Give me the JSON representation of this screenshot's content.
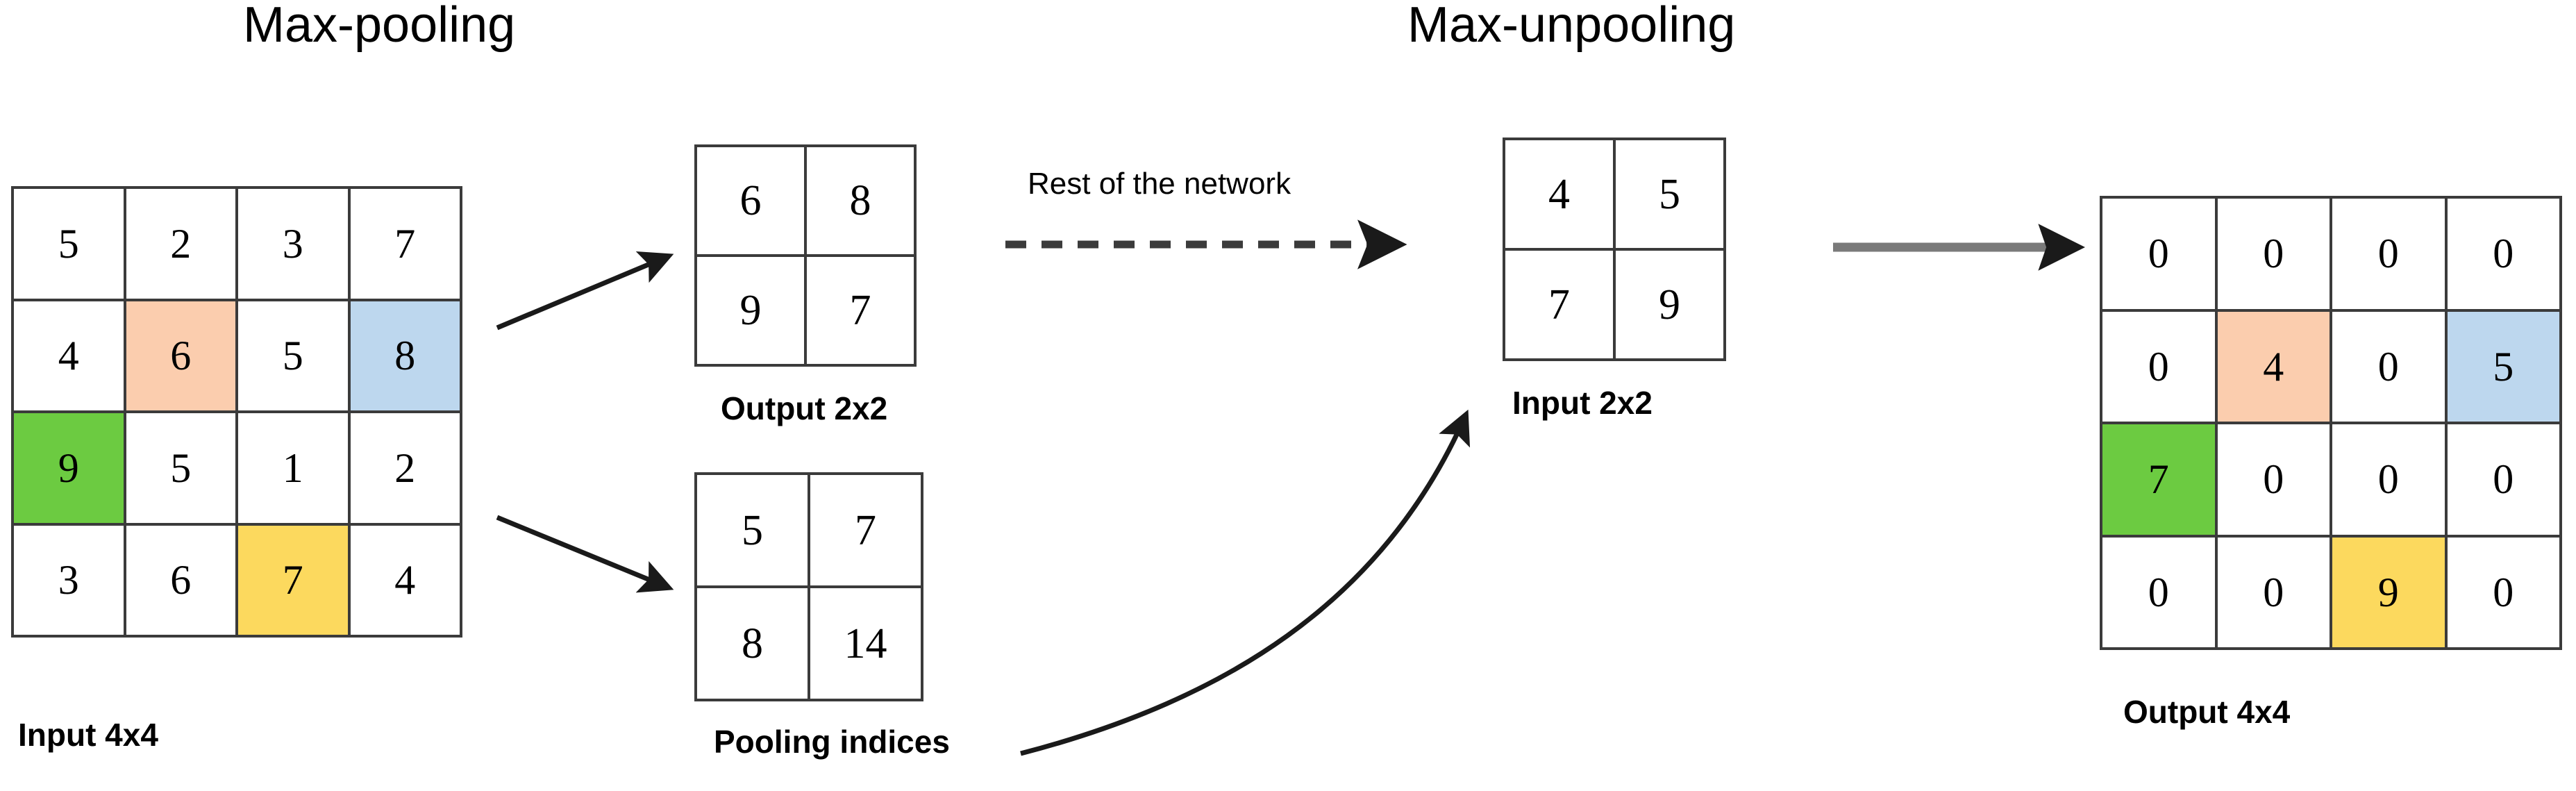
{
  "titles": {
    "left": "Max-pooling",
    "right": "Max-unpooling"
  },
  "annotations": {
    "rest_of_network": "Rest of the network"
  },
  "captions": {
    "input_4x4": "Input 4x4",
    "output_2x2": "Output 2x2",
    "pooling_indices": "Pooling indices",
    "input_2x2": "Input 2x2",
    "output_4x4": "Output 4x4"
  },
  "colors": {
    "orange": "#FBCDAE",
    "blue": "#BDD7EE",
    "green": "#6CCB41",
    "yellow": "#FCD95E",
    "white": "#FFFFFF",
    "grid_line": "#3B3B3B",
    "arrow_dark": "#1A1A1A",
    "arrow_gray": "#7A7A7A"
  },
  "grids": {
    "input_4x4": {
      "rows": 4,
      "cols": 4,
      "cells": [
        {
          "value": "5",
          "fill": "white"
        },
        {
          "value": "2",
          "fill": "white"
        },
        {
          "value": "3",
          "fill": "white"
        },
        {
          "value": "7",
          "fill": "white"
        },
        {
          "value": "4",
          "fill": "white"
        },
        {
          "value": "6",
          "fill": "orange"
        },
        {
          "value": "5",
          "fill": "white"
        },
        {
          "value": "8",
          "fill": "blue"
        },
        {
          "value": "9",
          "fill": "green"
        },
        {
          "value": "5",
          "fill": "white"
        },
        {
          "value": "1",
          "fill": "white"
        },
        {
          "value": "2",
          "fill": "white"
        },
        {
          "value": "3",
          "fill": "white"
        },
        {
          "value": "6",
          "fill": "white"
        },
        {
          "value": "7",
          "fill": "yellow"
        },
        {
          "value": "4",
          "fill": "white"
        }
      ]
    },
    "output_2x2": {
      "rows": 2,
      "cols": 2,
      "cells": [
        {
          "value": "6",
          "fill": "white"
        },
        {
          "value": "8",
          "fill": "white"
        },
        {
          "value": "9",
          "fill": "white"
        },
        {
          "value": "7",
          "fill": "white"
        }
      ]
    },
    "pooling_indices": {
      "rows": 2,
      "cols": 2,
      "cells": [
        {
          "value": "5",
          "fill": "white"
        },
        {
          "value": "7",
          "fill": "white"
        },
        {
          "value": "8",
          "fill": "white"
        },
        {
          "value": "14",
          "fill": "white"
        }
      ]
    },
    "input_2x2": {
      "rows": 2,
      "cols": 2,
      "cells": [
        {
          "value": "4",
          "fill": "white"
        },
        {
          "value": "5",
          "fill": "white"
        },
        {
          "value": "7",
          "fill": "white"
        },
        {
          "value": "9",
          "fill": "white"
        }
      ]
    },
    "output_4x4": {
      "rows": 4,
      "cols": 4,
      "cells": [
        {
          "value": "0",
          "fill": "white"
        },
        {
          "value": "0",
          "fill": "white"
        },
        {
          "value": "0",
          "fill": "white"
        },
        {
          "value": "0",
          "fill": "white"
        },
        {
          "value": "0",
          "fill": "white"
        },
        {
          "value": "4",
          "fill": "orange"
        },
        {
          "value": "0",
          "fill": "white"
        },
        {
          "value": "5",
          "fill": "blue"
        },
        {
          "value": "7",
          "fill": "green"
        },
        {
          "value": "0",
          "fill": "white"
        },
        {
          "value": "0",
          "fill": "white"
        },
        {
          "value": "0",
          "fill": "white"
        },
        {
          "value": "0",
          "fill": "white"
        },
        {
          "value": "0",
          "fill": "white"
        },
        {
          "value": "9",
          "fill": "yellow"
        },
        {
          "value": "0",
          "fill": "white"
        }
      ]
    }
  },
  "arrows": [
    {
      "name": "arrow-pool-to-output",
      "style": "solid-thin-diagonal"
    },
    {
      "name": "arrow-pool-to-indices",
      "style": "solid-thin-diagonal"
    },
    {
      "name": "arrow-rest-of-network",
      "style": "dashed-horizontal"
    },
    {
      "name": "arrow-indices-to-unpool",
      "style": "curved"
    },
    {
      "name": "arrow-unpool-to-output",
      "style": "solid-thick-horizontal"
    }
  ]
}
